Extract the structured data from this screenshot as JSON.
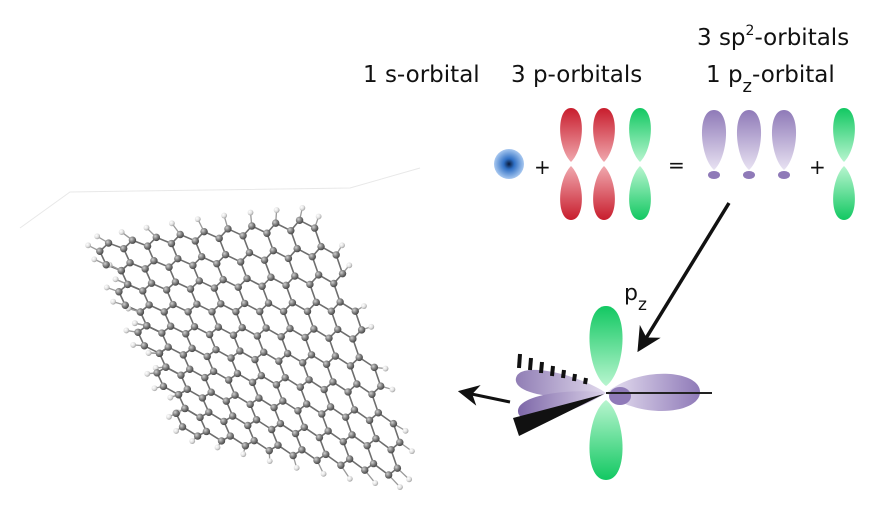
{
  "labels": {
    "s_orbital": "1 s-orbital",
    "p_orbitals": "3 p-orbitals",
    "sp2_line1_prefix": "3 sp",
    "sp2_line1_sup": "2",
    "sp2_line1_suffix": "-orbitals",
    "pz_line_prefix": "1 p",
    "pz_line_sub": "z",
    "pz_line_suffix": "-orbital",
    "pz_axis_main": "p",
    "pz_axis_sub": "z",
    "plus": "+",
    "equals": "="
  },
  "colors": {
    "s_orbital": "#2f6fc4",
    "p_orbital_red": "#cc1f2e",
    "p_orbital_green": "#1fcf6a",
    "sp2_purple": "#8f7ab8",
    "carbon_atom": "#808080",
    "hydrogen_atom": "#e6e6e6",
    "arrow": "#111111"
  },
  "icons": {
    "graphene": "graphene-sheet-icon",
    "arrow_down": "arrow-icon",
    "arrow_left": "arrow-icon"
  }
}
